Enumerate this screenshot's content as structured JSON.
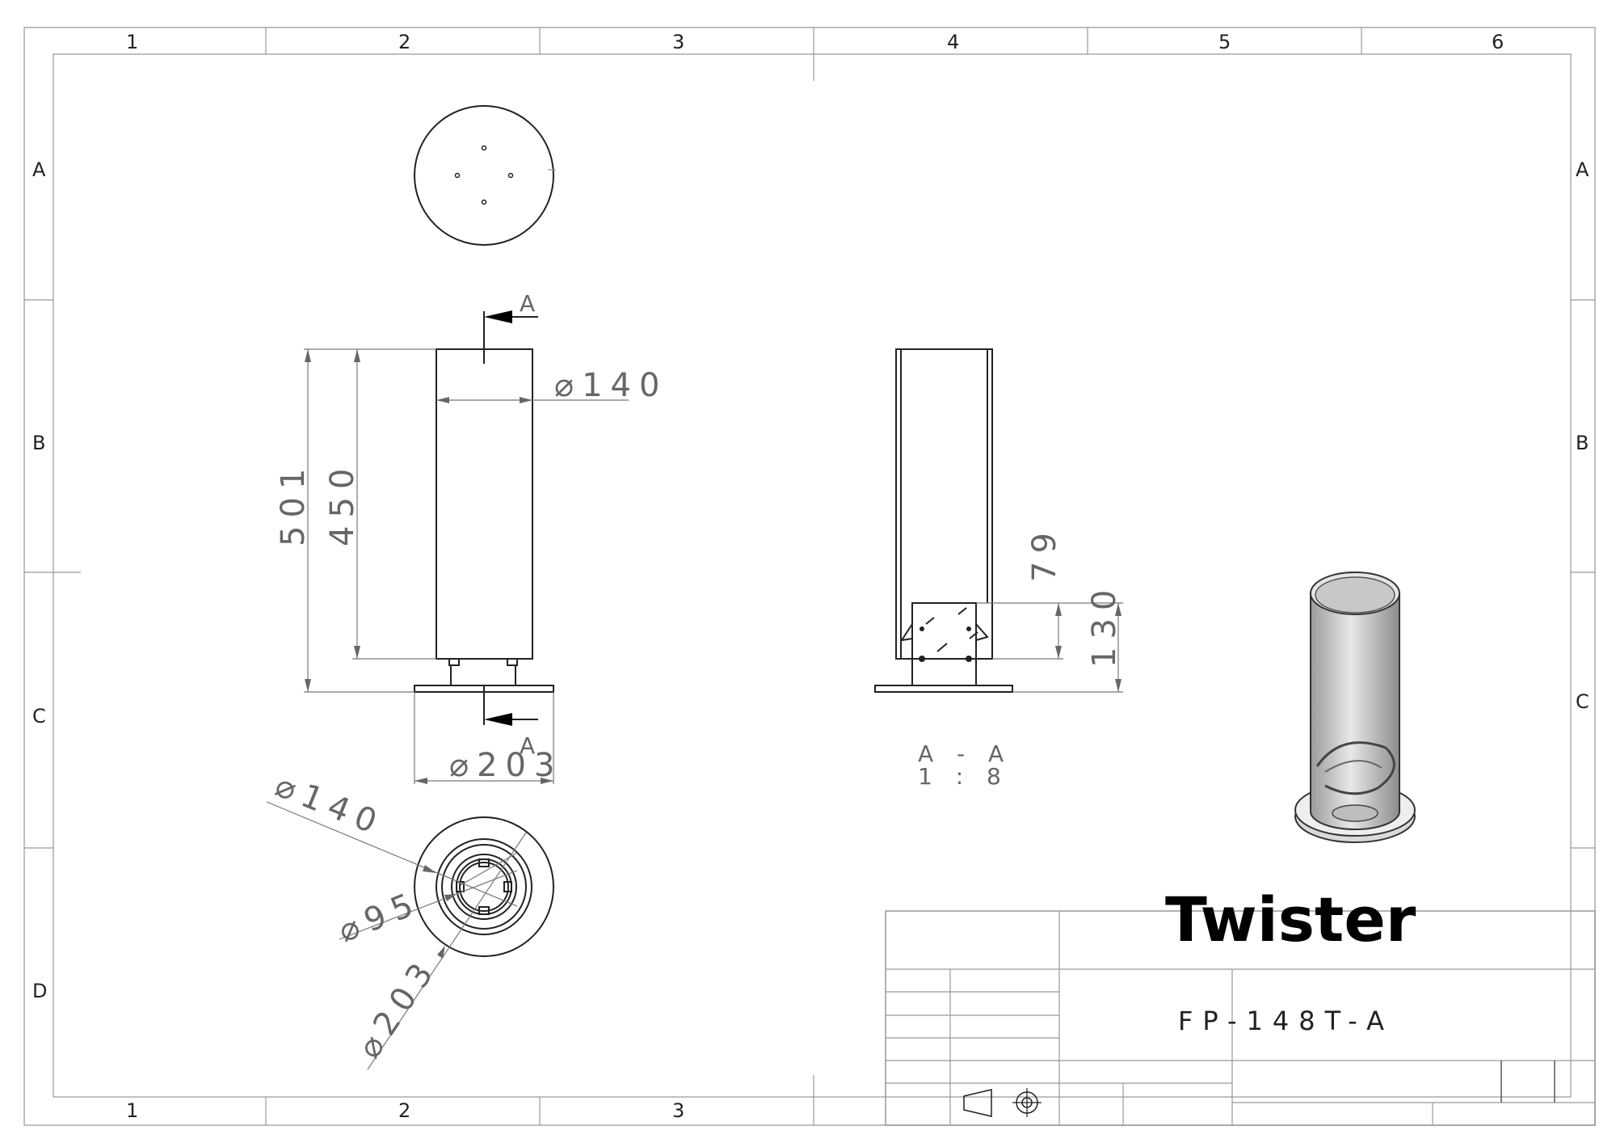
{
  "sheet": {
    "columns": [
      "1",
      "2",
      "3",
      "4",
      "5",
      "6"
    ],
    "bottom_columns": [
      "1",
      "2",
      "3"
    ],
    "rows": [
      "A",
      "B",
      "C",
      "D"
    ]
  },
  "dimensions": {
    "front_diameter": "⌀140",
    "overall_height": "501",
    "body_height": "450",
    "base_diameter": "⌀203",
    "section_label_top": "A",
    "section_label_bottom": "A",
    "section_height_upper": "79",
    "section_height_total": "130",
    "bottom_view_outer": "⌀140",
    "bottom_view_inner": "⌀95",
    "bottom_view_base": "⌀203"
  },
  "section_view": {
    "name": "A - A",
    "scale": "1 : 8"
  },
  "title_block": {
    "title": "Twister",
    "part_number": "FP-148T-A"
  },
  "icons": [
    "first-angle-projection-icon",
    "crosshair-icon"
  ]
}
